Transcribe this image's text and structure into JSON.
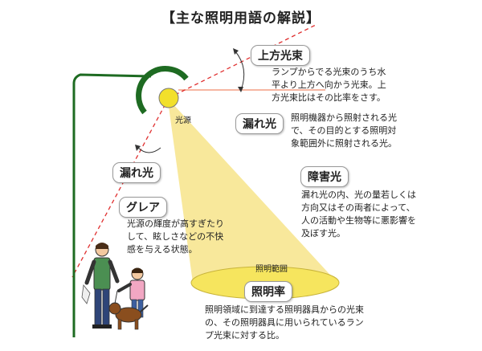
{
  "title": "【主な照明用語の解説】",
  "colors": {
    "pole": "#1e6b22",
    "lamp": "#f2e02b",
    "dashed_line": "#e03030",
    "light_cone": "#f4df6a",
    "upper_line": "#f08a6a"
  },
  "terms": {
    "upward_flux": {
      "label": "上方光束",
      "desc": [
        "ランプからでる光束のうち水",
        "平より上方へ向かう光束。上",
        "方光束比はその比率をさす。"
      ]
    },
    "spill_light_right": {
      "label": "漏れ光",
      "desc": [
        "照明機器から照射される光",
        "で、その目的とする照明対",
        "象範囲外に照射される光。"
      ]
    },
    "spill_light_left": {
      "label": "漏れ光"
    },
    "obtrusive_light": {
      "label": "障害光",
      "desc": [
        "漏れ光の内、光の量若しくは",
        "方向又はその両者によって、",
        "人の活動や生物等に悪影響を",
        "及ぼす光。"
      ]
    },
    "glare": {
      "label": "グレア",
      "desc": [
        "光源の輝度が高すぎたり",
        "して、眩しさなどの不快",
        "感を与える状態。"
      ]
    },
    "utilization_factor": {
      "label": "照明率",
      "desc": [
        "照明領域に到達する照明器具からの光束",
        "の、その照明器具に用いられているラン",
        "プ光束に対する比。"
      ]
    }
  },
  "light_source_label": "光源",
  "illumination_area_label": "照明範囲"
}
